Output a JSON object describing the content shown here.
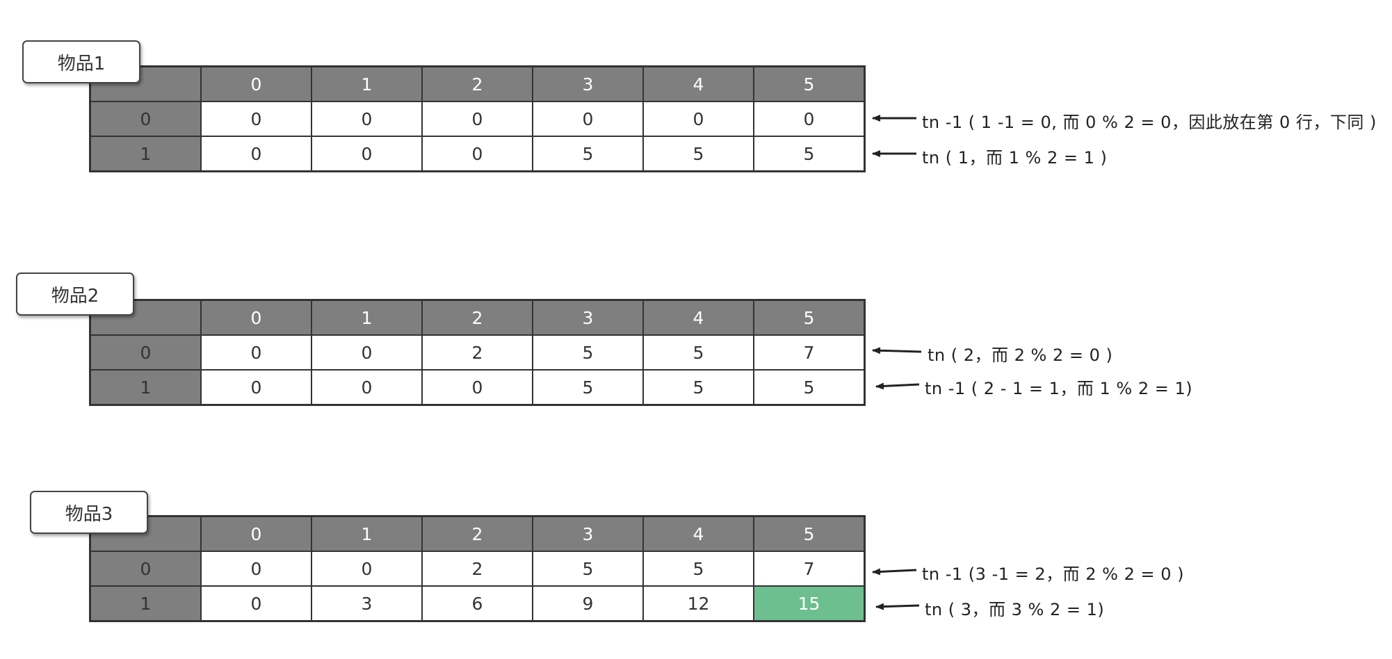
{
  "header": [
    "0",
    "1",
    "2",
    "3",
    "4",
    "5"
  ],
  "tables": [
    {
      "label": "物品1",
      "rows": [
        {
          "head": "0",
          "cells": [
            "0",
            "0",
            "0",
            "0",
            "0",
            "0"
          ],
          "note": "tn -1 ( 1 -1 = 0, 而 0 % 2 = 0，因此放在第 0 行，下同 )"
        },
        {
          "head": "1",
          "cells": [
            "0",
            "0",
            "0",
            "5",
            "5",
            "5"
          ],
          "note": "tn   ( 1，而 1 % 2 = 1 )"
        }
      ]
    },
    {
      "label": "物品2",
      "rows": [
        {
          "head": "0",
          "cells": [
            "0",
            "0",
            "2",
            "5",
            "5",
            "7"
          ],
          "note": "tn   ( 2，而 2 % 2 = 0 )"
        },
        {
          "head": "1",
          "cells": [
            "0",
            "0",
            "0",
            "5",
            "5",
            "5"
          ],
          "note": "tn -1 ( 2 - 1 = 1，而 1 % 2 = 1)"
        }
      ]
    },
    {
      "label": "物品3",
      "rows": [
        {
          "head": "0",
          "cells": [
            "0",
            "0",
            "2",
            "5",
            "5",
            "7"
          ],
          "note": "tn -1 (3 -1 = 2，而 2 % 2 = 0 )"
        },
        {
          "head": "1",
          "cells": [
            "0",
            "3",
            "6",
            "9",
            "12",
            "15"
          ],
          "note": "tn   ( 3，而 3 % 2 = 1)"
        }
      ]
    }
  ],
  "colors": {
    "header_fill": "#7f7f7f",
    "highlight_fill": "#6dbf8f",
    "line": "#333333"
  }
}
